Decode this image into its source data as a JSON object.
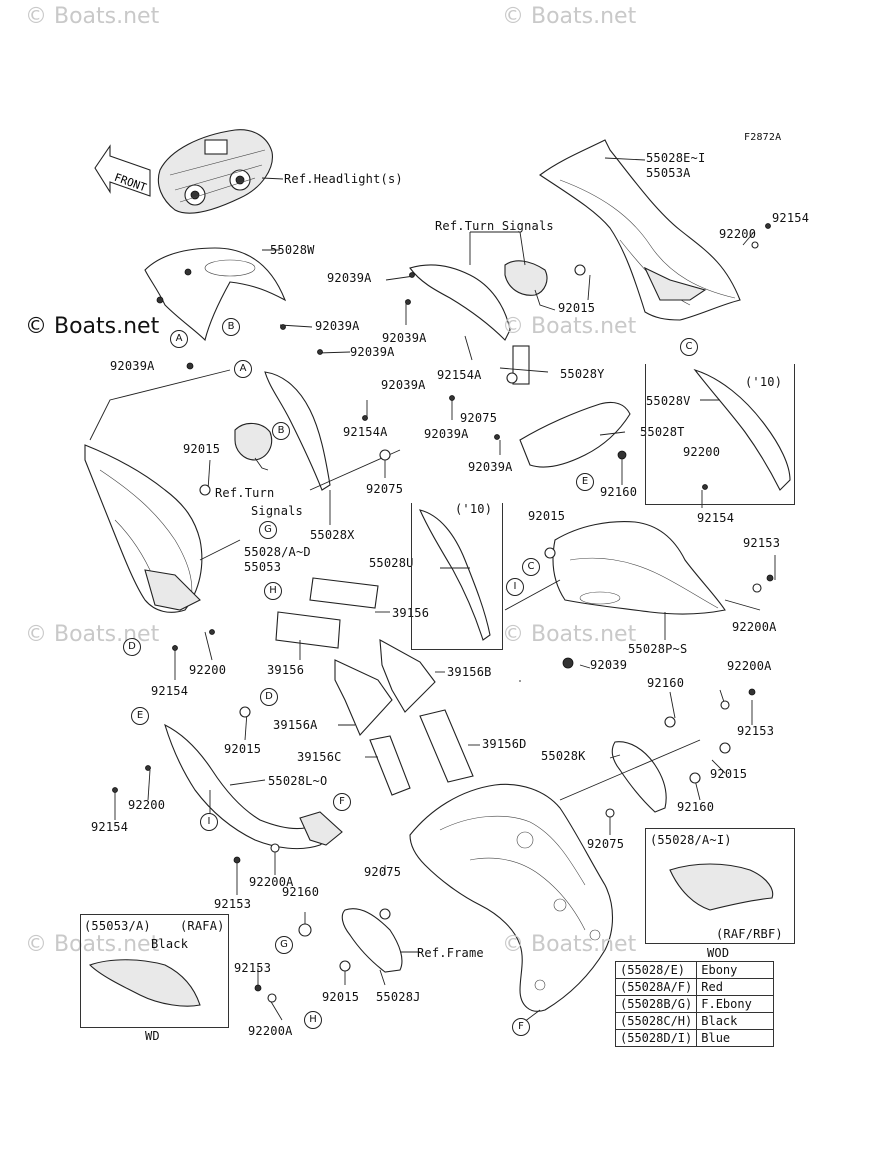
{
  "watermark": "© Boats.net",
  "figure_id": "F2872A",
  "front_arrow_label": "FRONT",
  "callouts": [
    {
      "id": "c-55028EI",
      "text": "55028E~I"
    },
    {
      "id": "c-55053A-top",
      "text": "55053A"
    },
    {
      "id": "c-ref-headlight",
      "text": "Ref.Headlight(s)"
    },
    {
      "id": "c-92154-tr",
      "text": "92154"
    },
    {
      "id": "c-92200-tr",
      "text": "92200"
    },
    {
      "id": "c-ref-turn-top",
      "text": "Ref.Turn Signals"
    },
    {
      "id": "c-55028W",
      "text": "55028W"
    },
    {
      "id": "c-92039A-1",
      "text": "92039A"
    },
    {
      "id": "c-92015-top",
      "text": "92015"
    },
    {
      "id": "c-92039A-2",
      "text": "92039A"
    },
    {
      "id": "c-92039A-3",
      "text": "92039A"
    },
    {
      "id": "c-92039A-4",
      "text": "92039A"
    },
    {
      "id": "c-92039A-5",
      "text": "92039A"
    },
    {
      "id": "c-92154A-1",
      "text": "92154A"
    },
    {
      "id": "c-55028Y",
      "text": "55028Y"
    },
    {
      "id": "c-92039A-6",
      "text": "92039A"
    },
    {
      "id": "c-10-right",
      "text": "('10)"
    },
    {
      "id": "c-55028V",
      "text": "55028V"
    },
    {
      "id": "c-92154A-2",
      "text": "92154A"
    },
    {
      "id": "c-92039A-7",
      "text": "92039A"
    },
    {
      "id": "c-92075-1",
      "text": "92075"
    },
    {
      "id": "c-55028T",
      "text": "55028T"
    },
    {
      "id": "c-92039A-8",
      "text": "92039A"
    },
    {
      "id": "c-92015-mid",
      "text": "92015"
    },
    {
      "id": "c-92200-mr",
      "text": "92200"
    },
    {
      "id": "c-ref-turn-mid1",
      "text": "Ref.Turn"
    },
    {
      "id": "c-ref-turn-mid2",
      "text": "Signals"
    },
    {
      "id": "c-92075-2",
      "text": "92075"
    },
    {
      "id": "c-92160-1",
      "text": "92160"
    },
    {
      "id": "c-92154-mr",
      "text": "92154"
    },
    {
      "id": "c-55028X",
      "text": "55028X"
    },
    {
      "id": "c-10-mid",
      "text": "('10)"
    },
    {
      "id": "c-92015-m2",
      "text": "92015"
    },
    {
      "id": "c-55028AD",
      "text": "55028/A~D"
    },
    {
      "id": "c-55053",
      "text": "55053"
    },
    {
      "id": "c-55028U",
      "text": "55028U"
    },
    {
      "id": "c-92153-1",
      "text": "92153"
    },
    {
      "id": "c-39156",
      "text": "39156"
    },
    {
      "id": "c-92200A-1",
      "text": "92200A"
    },
    {
      "id": "c-55028PS",
      "text": "55028P~S"
    },
    {
      "id": "c-92200-l",
      "text": "92200"
    },
    {
      "id": "c-39156-l",
      "text": "39156"
    },
    {
      "id": "c-92039",
      "text": "92039"
    },
    {
      "id": "c-92154-l",
      "text": "92154"
    },
    {
      "id": "c-39156B",
      "text": "39156B"
    },
    {
      "id": "c-92200A-2",
      "text": "92200A"
    },
    {
      "id": "c-92160-2",
      "text": "92160"
    },
    {
      "id": "c-92153-2",
      "text": "92153"
    },
    {
      "id": "c-39156A",
      "text": "39156A"
    },
    {
      "id": "c-92015-l2",
      "text": "92015"
    },
    {
      "id": "c-39156C",
      "text": "39156C"
    },
    {
      "id": "c-39156D",
      "text": "39156D"
    },
    {
      "id": "c-55028K",
      "text": "55028K"
    },
    {
      "id": "c-55028LO",
      "text": "55028L~O"
    },
    {
      "id": "c-92015-r",
      "text": "92015"
    },
    {
      "id": "c-92200-bl",
      "text": "92200"
    },
    {
      "id": "c-92160-3",
      "text": "92160"
    },
    {
      "id": "c-92154-bl",
      "text": "92154"
    },
    {
      "id": "c-92075-3",
      "text": "92075"
    },
    {
      "id": "c-55028AI",
      "text": "(55028/A~I)"
    },
    {
      "id": "c-92075-4",
      "text": "92075"
    },
    {
      "id": "c-92200A-3",
      "text": "92200A"
    },
    {
      "id": "c-92160-4",
      "text": "92160"
    },
    {
      "id": "c-92153-3",
      "text": "92153"
    },
    {
      "id": "c-55053A-box",
      "text": "(55053/A)"
    },
    {
      "id": "c-RAFA",
      "text": "(RAFA)"
    },
    {
      "id": "c-black-box",
      "text": "Black"
    },
    {
      "id": "c-ref-frame",
      "text": "Ref.Frame"
    },
    {
      "id": "c-RAF-RBF",
      "text": "(RAF/RBF)"
    },
    {
      "id": "c-WOD",
      "text": "WOD"
    },
    {
      "id": "c-92153-4",
      "text": "92153"
    },
    {
      "id": "c-92015-b",
      "text": "92015"
    },
    {
      "id": "c-55028J",
      "text": "55028J"
    },
    {
      "id": "c-92200A-4",
      "text": "92200A"
    },
    {
      "id": "c-WD",
      "text": "WD"
    }
  ],
  "ref_circles": [
    {
      "id": "A1",
      "letter": "A"
    },
    {
      "id": "B1",
      "letter": "B"
    },
    {
      "id": "A2",
      "letter": "A"
    },
    {
      "id": "B2",
      "letter": "B"
    },
    {
      "id": "C1",
      "letter": "C"
    },
    {
      "id": "E1",
      "letter": "E"
    },
    {
      "id": "G1",
      "letter": "G"
    },
    {
      "id": "C2",
      "letter": "C"
    },
    {
      "id": "H1",
      "letter": "H"
    },
    {
      "id": "I1",
      "letter": "I"
    },
    {
      "id": "D1",
      "letter": "D"
    },
    {
      "id": "D2",
      "letter": "D"
    },
    {
      "id": "E2",
      "letter": "E"
    },
    {
      "id": "F1",
      "letter": "F"
    },
    {
      "id": "I2",
      "letter": "I"
    },
    {
      "id": "G2",
      "letter": "G"
    },
    {
      "id": "H2",
      "letter": "H"
    },
    {
      "id": "F2",
      "letter": "F"
    }
  ],
  "color_legend": [
    {
      "code": "(55028/E)",
      "color": "Ebony"
    },
    {
      "code": "(55028A/F)",
      "color": "Red"
    },
    {
      "code": "(55028B/G)",
      "color": "F.Ebony"
    },
    {
      "code": "(55028C/H)",
      "color": "Black"
    },
    {
      "code": "(55028D/I)",
      "color": "Blue"
    }
  ]
}
